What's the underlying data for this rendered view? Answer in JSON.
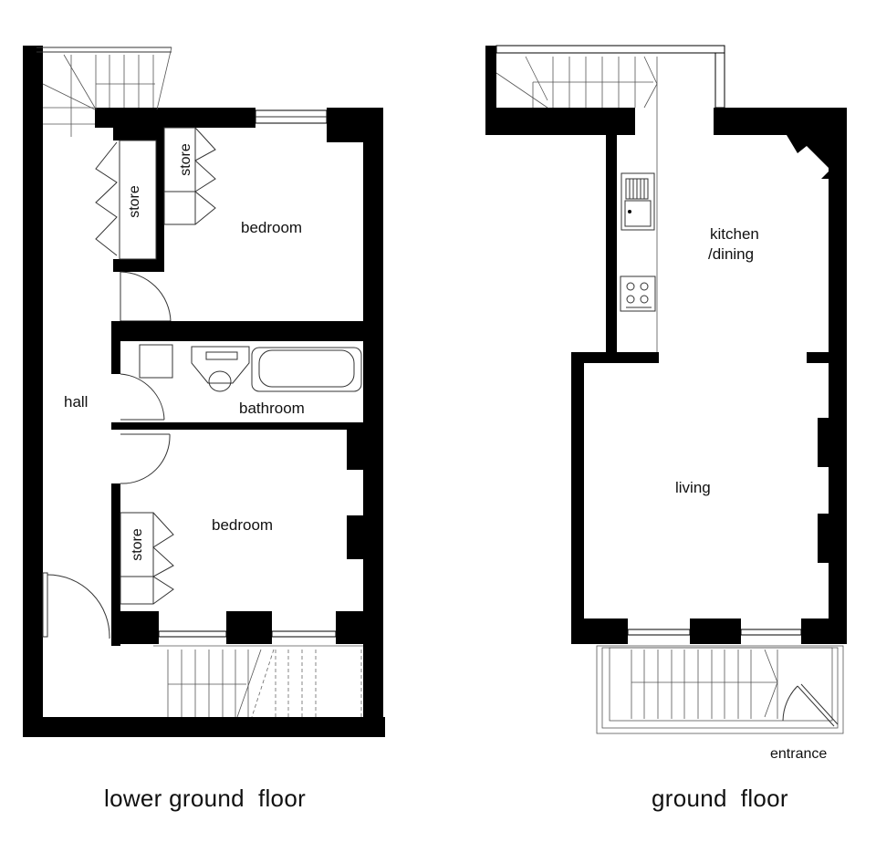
{
  "plans": [
    {
      "title": "lower ground  floor",
      "rooms": {
        "bedroom_1": "bedroom",
        "store_1": "store",
        "store_2": "store",
        "bathroom": "bathroom",
        "hall": "hall",
        "bedroom_2": "bedroom",
        "store_3": "store"
      }
    },
    {
      "title": "ground  floor",
      "rooms": {
        "kitchen_line1": "kitchen",
        "kitchen_line2": "/dining",
        "living": "living",
        "entrance": "entrance"
      }
    }
  ],
  "colors": {
    "wall": "#000000",
    "background": "#ffffff",
    "fixture_line": "#333333"
  }
}
